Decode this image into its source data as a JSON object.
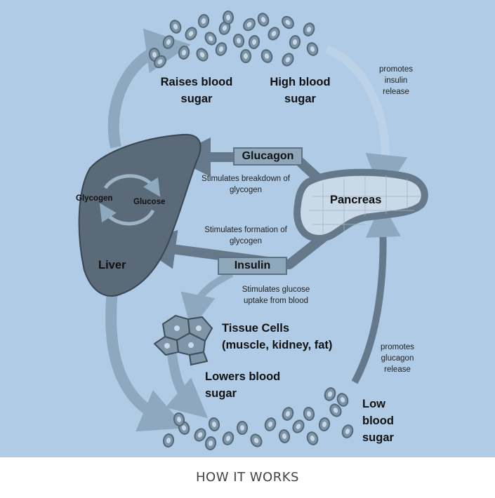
{
  "labels": {
    "raises_blood_sugar": "Raises blood sugar",
    "high_blood_sugar": "High blood sugar",
    "promotes_insulin_release": "promotes insulin release",
    "glucagon": "Glucagon",
    "stimulates_breakdown": "Stimulates breakdown of glycogen",
    "glycogen": "Glycogen",
    "glucose": "Glucose",
    "pancreas": "Pancreas",
    "stimulates_formation": "Stimulates formation of glycogen",
    "liver": "Liver",
    "insulin": "Insulin",
    "stimulates_uptake": "Stimulates glucose uptake from blood",
    "tissue_cells": "Tissue Cells",
    "tissue_cells_sub": "(muscle, kidney, fat)",
    "promotes_glucagon_release": "promotes glucagon release",
    "lowers_blood_sugar": "Lowers blood sugar",
    "low_blood_sugar": "Low blood sugar"
  },
  "footer": "HOW IT WORKS",
  "colors": {
    "background": "#afcbe5",
    "arrow_light": "#8ea8c0",
    "arrow_dark": "#65798a",
    "liver": "#5a6a79",
    "pancreas": "#c9d9e8",
    "label_box": "#8fa7bb"
  }
}
